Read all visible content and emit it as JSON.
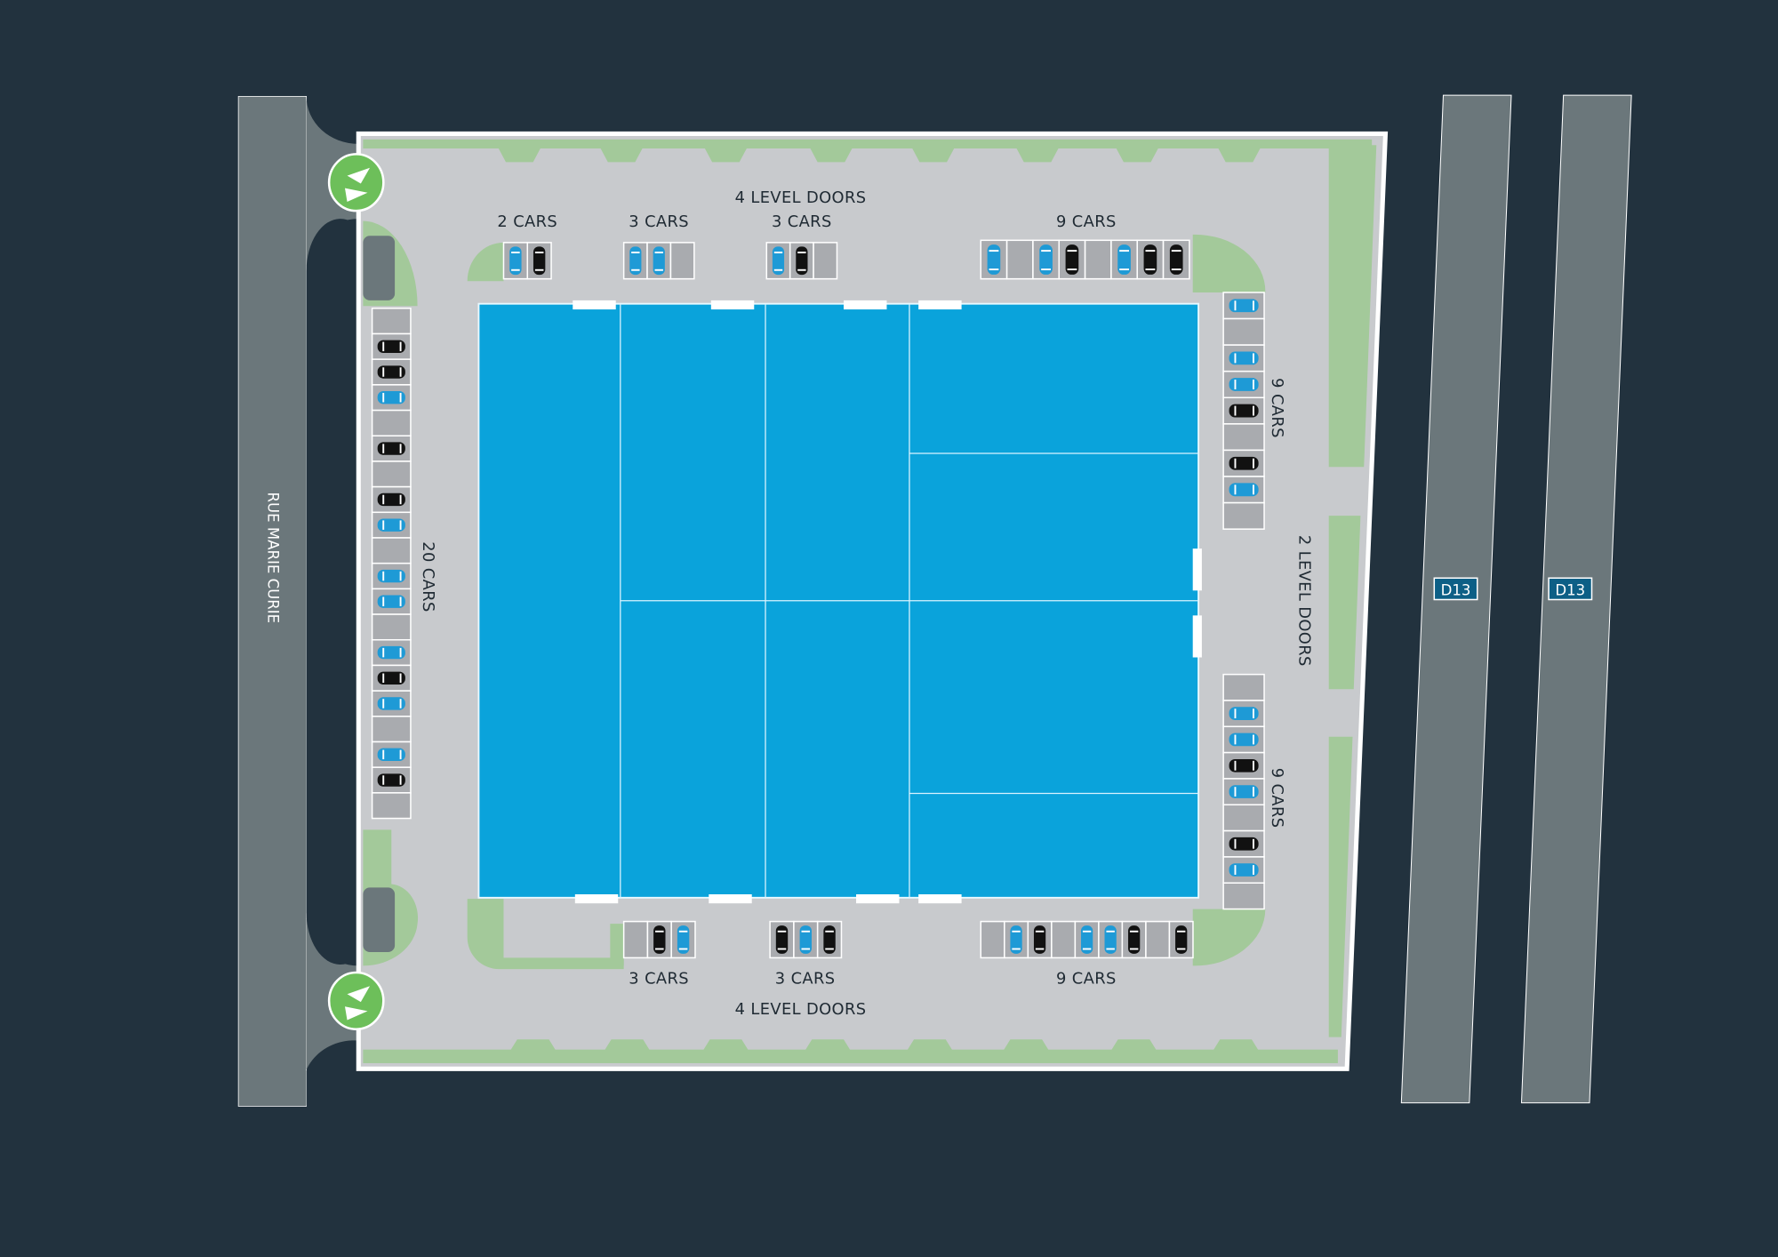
{
  "colors": {
    "background": "#22323e",
    "road": "#6b777b",
    "site": "#c8cacd",
    "green": "#a3c99a",
    "building": "#0aa3db",
    "slot": "#a9abaf",
    "car_blue": "#1e9ad6",
    "car_black": "#111111",
    "access": "#6dbf5a"
  },
  "roads": {
    "left": "RUE MARIE CURIE",
    "right_1": "D13",
    "right_2": "D13"
  },
  "labels": {
    "top_doors": "4 LEVEL DOORS",
    "bottom_doors": "4 LEVEL DOORS",
    "right_doors": "2 LEVEL DOORS"
  },
  "parking": [
    {
      "id": "top-1",
      "label": "2 CARS",
      "slots": [
        "blue",
        "black"
      ]
    },
    {
      "id": "top-2",
      "label": "3 CARS",
      "slots": [
        "blue",
        "blue",
        "empty"
      ]
    },
    {
      "id": "top-3",
      "label": "3 CARS",
      "slots": [
        "blue",
        "black",
        "empty"
      ]
    },
    {
      "id": "top-4",
      "label": "9 CARS",
      "slots": [
        "blue",
        "empty",
        "blue",
        "black",
        "empty",
        "blue",
        "black",
        "black"
      ]
    },
    {
      "id": "left",
      "label": "20 CARS",
      "slots": [
        "empty",
        "black",
        "black",
        "blue",
        "empty",
        "black",
        "empty",
        "black",
        "blue",
        "empty",
        "blue",
        "blue",
        "empty",
        "blue",
        "black",
        "blue",
        "empty",
        "blue",
        "black",
        "empty"
      ]
    },
    {
      "id": "right-top",
      "label": "9 CARS",
      "slots": [
        "blue",
        "empty",
        "blue",
        "blue",
        "black",
        "empty",
        "black",
        "blue",
        "empty"
      ]
    },
    {
      "id": "right-bottom",
      "label": "9 CARS",
      "slots": [
        "empty",
        "blue",
        "blue",
        "black",
        "blue",
        "empty",
        "black",
        "blue",
        "empty"
      ]
    },
    {
      "id": "bottom-1",
      "label": "3 CARS",
      "slots": [
        "empty",
        "black",
        "blue"
      ]
    },
    {
      "id": "bottom-2",
      "label": "3 CARS",
      "slots": [
        "black",
        "blue",
        "black"
      ]
    },
    {
      "id": "bottom-3",
      "label": "9 CARS",
      "slots": [
        "empty",
        "blue",
        "black",
        "empty",
        "blue",
        "blue",
        "black",
        "empty",
        "black"
      ]
    }
  ]
}
